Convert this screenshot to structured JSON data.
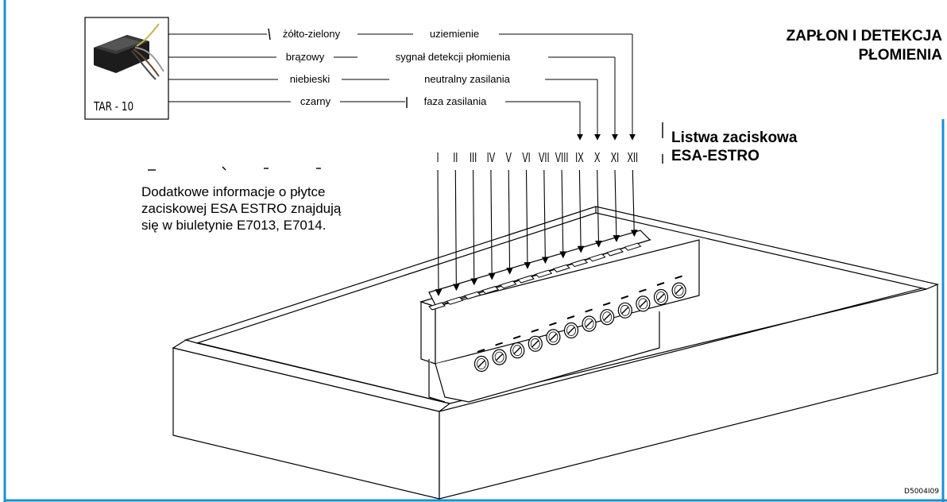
{
  "title": {
    "line1": "ZAPŁON I DETEKCJA",
    "line2": "PŁOMIENIA"
  },
  "device": {
    "label": "TAR - 10"
  },
  "wires": [
    {
      "color_name": "żółto-zielony",
      "function": "uziemienie",
      "terminal": "XII"
    },
    {
      "color_name": "brązowy",
      "function": "sygnał detekcji płomienia",
      "terminal": "XI"
    },
    {
      "color_name": "niebieski",
      "function": "neutralny zasilania",
      "terminal": "X"
    },
    {
      "color_name": "czarny",
      "function": "faza zasilania",
      "terminal": "IX"
    }
  ],
  "terminal_block": {
    "title_line1": "Listwa zaciskowa",
    "title_line2": "ESA-ESTRO",
    "terminals": [
      "I",
      "II",
      "III",
      "IV",
      "V",
      "VI",
      "VII",
      "VIII",
      "IX",
      "X",
      "XI",
      "XII"
    ]
  },
  "note": {
    "line1": "Dodatkowe informacje o płytce",
    "line2": "zaciskowej ESA ESTRO znajdują",
    "line3": "się w biuletynie E7013, E7014."
  },
  "drawing_code": "D5004I09",
  "colors": {
    "frame": "#1a8fd6",
    "line": "#000000"
  }
}
